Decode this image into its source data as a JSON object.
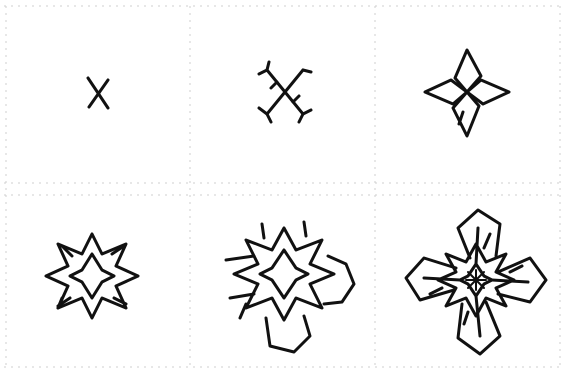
{
  "figure": {
    "background": "#ffffff",
    "stroke_color": "#111111",
    "frame_color": "#c8c8c8",
    "panels": [
      {
        "id": "stage-1",
        "shape": "x-cross"
      },
      {
        "id": "stage-2",
        "shape": "branched-x"
      },
      {
        "id": "stage-3",
        "shape": "four-petal"
      },
      {
        "id": "stage-4",
        "shape": "star-with-branches"
      },
      {
        "id": "stage-5",
        "shape": "star-with-outer-petals"
      },
      {
        "id": "stage-6",
        "shape": "full-flower"
      }
    ]
  }
}
